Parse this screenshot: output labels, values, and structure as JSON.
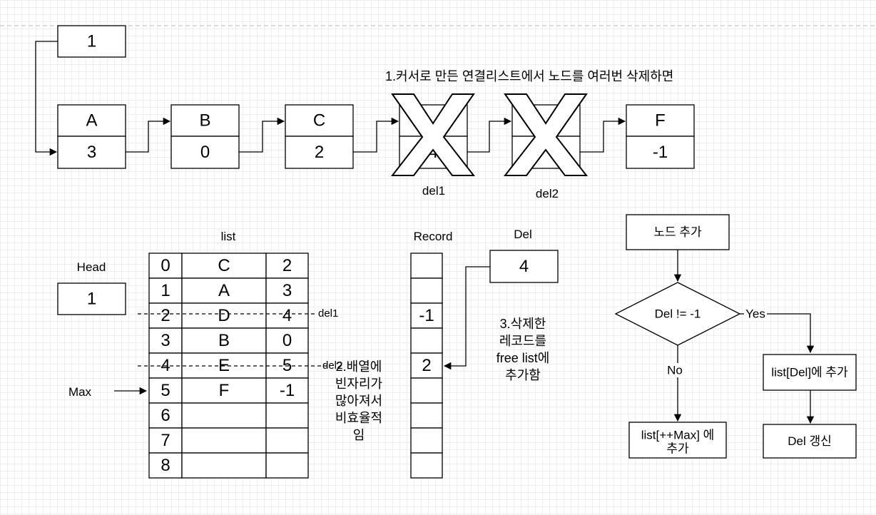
{
  "title_note": "1.커서로 만든 연결리스트에서 노드를 여러번 삭제하면",
  "head_top": "1",
  "nodes": [
    {
      "name": "A",
      "next": "3"
    },
    {
      "name": "B",
      "next": "0"
    },
    {
      "name": "C",
      "next": "2"
    },
    {
      "name": "",
      "next": "4"
    },
    {
      "name": "",
      "next": ""
    },
    {
      "name": "F",
      "next": "-1"
    }
  ],
  "del1_label": "del1",
  "del2_label": "del2",
  "list_label": "list",
  "head_label": "Head",
  "head_value": "1",
  "max_label": "Max",
  "list_rows": [
    {
      "idx": "0",
      "data": "C",
      "next": "2"
    },
    {
      "idx": "1",
      "data": "A",
      "next": "3"
    },
    {
      "idx": "2",
      "data": "D",
      "next": "4"
    },
    {
      "idx": "3",
      "data": "B",
      "next": "0"
    },
    {
      "idx": "4",
      "data": "E",
      "next": "5"
    },
    {
      "idx": "5",
      "data": "F",
      "next": "-1"
    },
    {
      "idx": "6",
      "data": "",
      "next": ""
    },
    {
      "idx": "7",
      "data": "",
      "next": ""
    },
    {
      "idx": "8",
      "data": "",
      "next": ""
    }
  ],
  "max_index_color": "#e01010",
  "row_del1": "del1",
  "row_del2": "del2",
  "note2": [
    "2.배열에",
    "빈자리가",
    "많아져서",
    "비효율적",
    "임"
  ],
  "record_label": "Record",
  "record_rows": [
    "",
    "",
    "-1",
    "",
    "2",
    "",
    "",
    "",
    ""
  ],
  "del_label": "Del",
  "del_value": "4",
  "note3": [
    "3.삭제한",
    "레코드를",
    "free list에",
    "추가함"
  ],
  "flow": {
    "start": "노드 추가",
    "decision": "Del != -1",
    "yes": "Yes",
    "no": "No",
    "add_del": "list[Del]에 추가",
    "update_del": "Del 갱신",
    "add_max": [
      "list[++Max] 에",
      "추가"
    ]
  }
}
